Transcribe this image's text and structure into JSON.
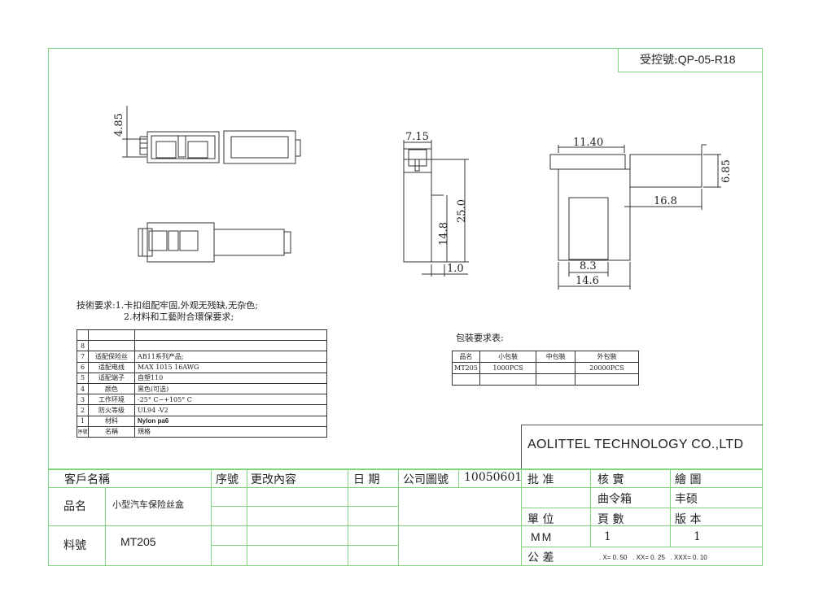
{
  "header": {
    "control_label": "受控號:",
    "control_no": "QP-05-R18"
  },
  "dims": {
    "d_485": "4.85",
    "d_715": "7.15",
    "d_250": "25.0",
    "d_148": "14.8",
    "d_10": "1.0",
    "d_1140": "11.40",
    "d_685": "6.85",
    "d_168": "16.8",
    "d_83": "8.3",
    "d_146": "14.6"
  },
  "requirements": {
    "line1": "技術要求:1.卡扣组配牢固,外观无残缺,无杂色;",
    "line2": "2.材料和工藝附合環保要求;"
  },
  "spec_table": {
    "rows": [
      {
        "no": "8",
        "name": "",
        "value": ""
      },
      {
        "no": "7",
        "name": "适配保险丝",
        "value": "AB11系列产品;"
      },
      {
        "no": "6",
        "name": "适配电线",
        "value": "MAX 1015 16AWG"
      },
      {
        "no": "5",
        "name": "适配端子",
        "value": "自塑110"
      },
      {
        "no": "4",
        "name": "颜色",
        "value": "黑色(可选)"
      },
      {
        "no": "3",
        "name": "工作环境",
        "value": "-25° C~+105° C"
      },
      {
        "no": "2",
        "name": "防火等级",
        "value": "UL94 -V2"
      },
      {
        "no": "1",
        "name": "材料",
        "value": "Nylon pa6"
      },
      {
        "no": "序號",
        "name": "名稱",
        "value": "規格"
      }
    ]
  },
  "packaging": {
    "title": "包裝要求表:",
    "headers": [
      "品名",
      "小包裝",
      "中包裝",
      "外包裝"
    ],
    "row": [
      "MT205",
      "1000PCS",
      "",
      "20000PCS"
    ]
  },
  "company": "AOLITTEL TECHNOLOGY CO.,LTD",
  "title_block": {
    "customer_label": "客戶名稱",
    "seq_label": "序號",
    "change_label": "更改內容",
    "date_label": "日 期",
    "drawing_no_label": "公司圖號",
    "drawing_no": "10050601",
    "approve_label": "批 准",
    "check_label": "核 實",
    "draw_label": "繪 圖",
    "checker": "曲令箱",
    "drawer": "丰硕",
    "product_label": "品名",
    "product_name": "小型汽车保险丝盒",
    "unit_label": "單 位",
    "pages_label": "頁 數",
    "version_label": "版 本",
    "part_label": "料號",
    "part_no": "MT205",
    "unit": "MM",
    "pages": "1",
    "version": "1",
    "tolerance_label": "公 差",
    "tolerance": ". X= 0. 50   . XX= 0. 25   . XXX= 0. 10"
  }
}
